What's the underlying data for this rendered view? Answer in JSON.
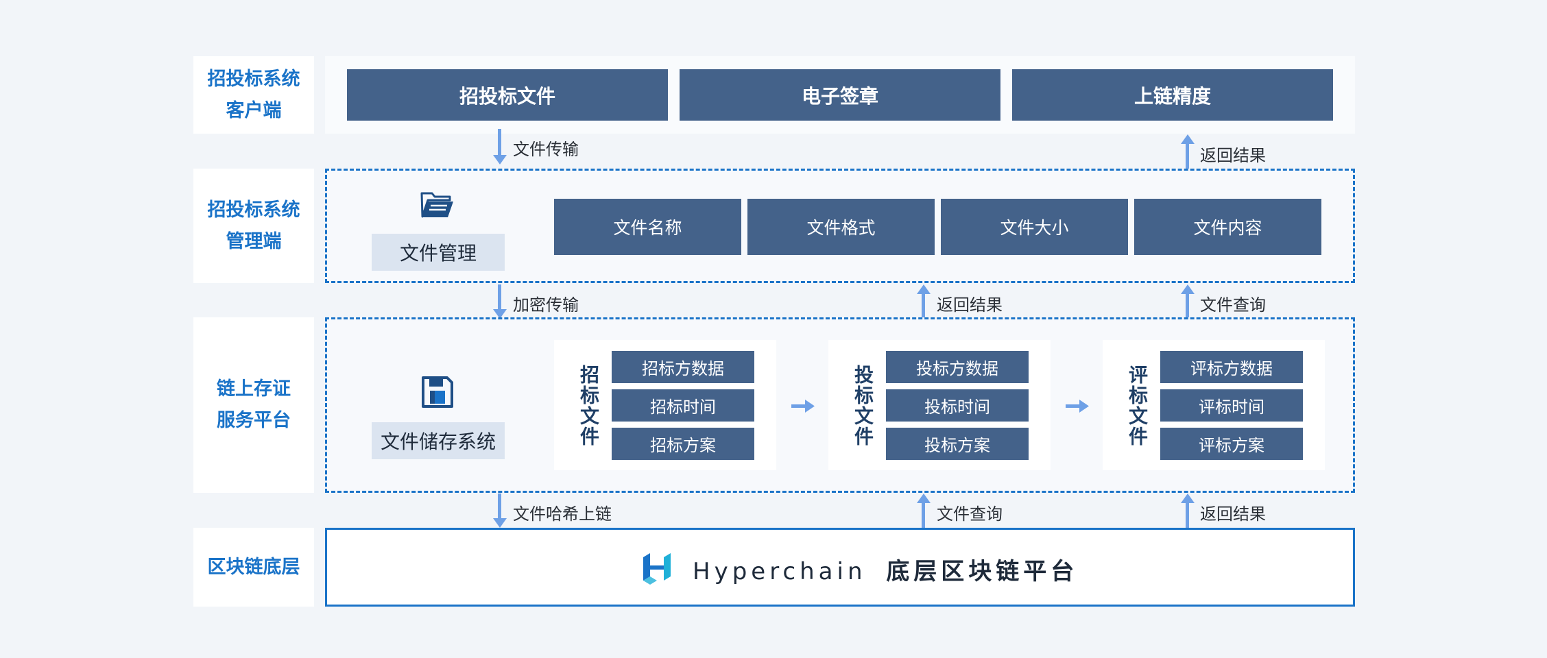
{
  "layers": {
    "client": [
      "招投标系统",
      "客户端"
    ],
    "manage": [
      "招投标系统",
      "管理端"
    ],
    "platform": [
      "链上存证",
      "服务平台"
    ],
    "base": [
      "区块链底层"
    ]
  },
  "client_boxes": [
    "招投标文件",
    "电子签章",
    "上链精度"
  ],
  "manage": {
    "label": "文件管理",
    "icon": "folder-icon",
    "boxes": [
      "文件名称",
      "文件格式",
      "文件大小",
      "文件内容"
    ]
  },
  "platform": {
    "label": "文件储存系统",
    "icon": "floppy-disk-icon",
    "groups": [
      {
        "title": "招标文件",
        "items": [
          "招标方数据",
          "招标时间",
          "招标方案"
        ]
      },
      {
        "title": "投标文件",
        "items": [
          "投标方数据",
          "投标时间",
          "投标方案"
        ]
      },
      {
        "title": "评标文件",
        "items": [
          "评标方数据",
          "评标时间",
          "评标方案"
        ]
      }
    ]
  },
  "arrows": {
    "file_transfer": "文件传输",
    "return_result_top": "返回结果",
    "encrypted_transfer": "加密传输",
    "return_result_mid": "返回结果",
    "file_query_mid": "文件查询",
    "hash_onchain": "文件哈希上链",
    "file_query_bottom": "文件查询",
    "return_result_bottom": "返回结果"
  },
  "base": {
    "brand": "Hyperchain",
    "title": "底层区块链平台",
    "logo_icon": "hyperchain-logo-icon"
  },
  "colors": {
    "accent": "#1a73c8",
    "box": "#44628a",
    "arrow": "#6ea0e6",
    "label_box": "#dbe4f0",
    "background": "#f2f5f9"
  }
}
